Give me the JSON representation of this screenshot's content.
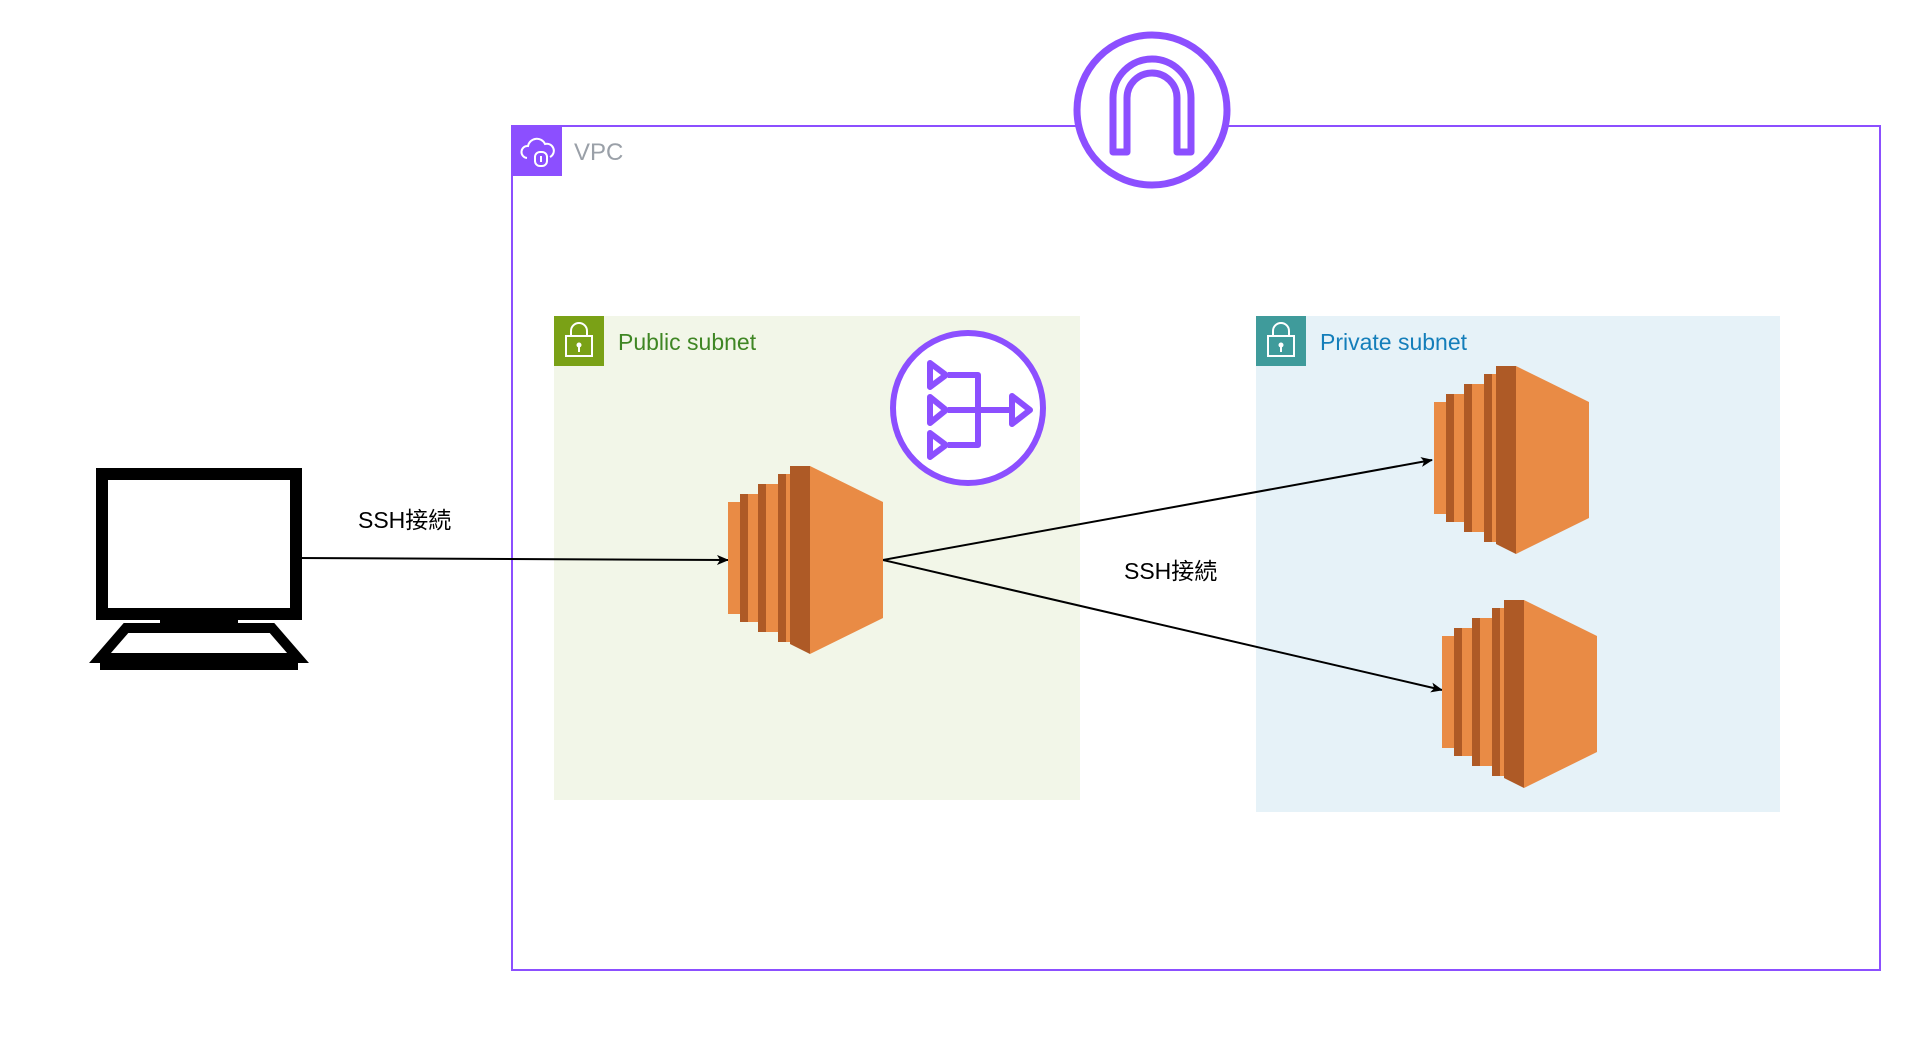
{
  "vpc": {
    "label": "VPC",
    "border_color": "#8C4FFF"
  },
  "public_subnet": {
    "label": "Public subnet",
    "fill": "#F2F6E8",
    "accent": "#7AA116",
    "text_color": "#3F8624"
  },
  "private_subnet": {
    "label": "Private subnet",
    "fill": "#E6F2F8",
    "accent": "#3F9B9B",
    "text_color": "#147EBA"
  },
  "connections": [
    {
      "label": "SSH接続"
    },
    {
      "label": "SSH接続"
    }
  ],
  "colors": {
    "ec2_light": "#E98B45",
    "ec2_dark": "#AE5A26",
    "purple": "#8C4FFF",
    "line": "#000000"
  },
  "icons": {
    "client": "desktop-computer-icon",
    "gateway": "internet-gateway-icon",
    "nat": "nat-gateway-icon",
    "ec2": "ec2-instance-icon",
    "vpc": "vpc-cloud-lock-icon",
    "subnet": "padlock-icon"
  }
}
